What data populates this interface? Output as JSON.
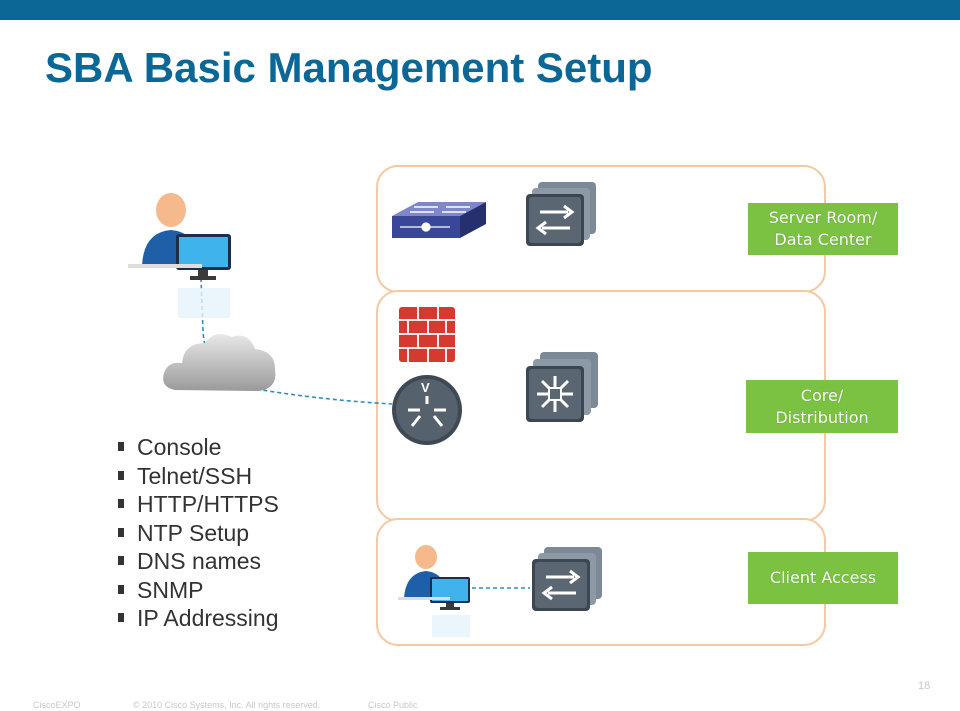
{
  "slide": {
    "title": "SBA Basic Management Setup",
    "page_number": "18",
    "accent_color": "#0b6796",
    "label_color": "#7cc242"
  },
  "bullets": [
    "Console",
    "Telnet/SSH",
    "HTTP/HTTPS",
    "NTP Setup",
    "DNS names",
    "SNMP",
    "IP Addressing"
  ],
  "zones": {
    "server": {
      "label_line1": "Server Room/",
      "label_line2": "Data Center"
    },
    "core": {
      "label_line1": "Core/",
      "label_line2": "Distribution"
    },
    "access": {
      "label_line1": "Client Access"
    }
  },
  "icons": [
    "admin-user-icon",
    "cloud-icon",
    "router-icon",
    "firewall-icon",
    "stacked-switch-icon",
    "layer3-switch-icon",
    "workgroup-switch-icon",
    "client-user-icon"
  ],
  "footer": {
    "brand": "CiscoEXPO",
    "copyright": "© 2010 Cisco Systems, Inc. All rights reserved.",
    "classification": "Cisco Public"
  }
}
